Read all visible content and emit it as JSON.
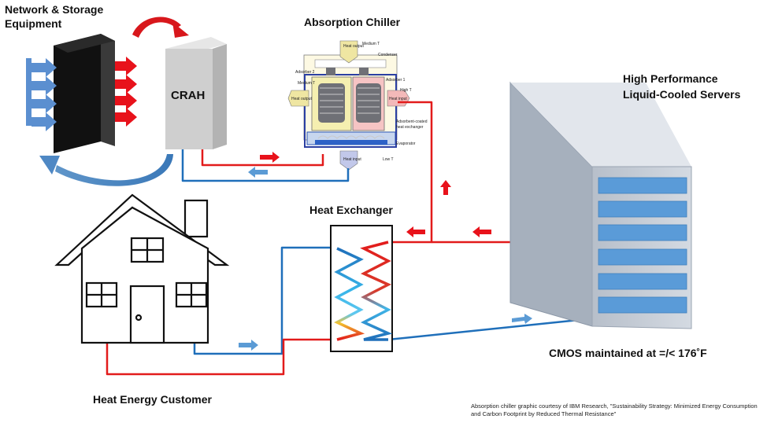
{
  "labels": {
    "network_storage_line1": "Network & Storage",
    "network_storage_line2": "Equipment",
    "crah": "CRAH",
    "absorption_chiller": "Absorption Chiller",
    "high_performance_line1": "High Performance",
    "high_performance_line2": "Liquid-Cooled Servers",
    "heat_exchanger": "Heat Exchanger",
    "cmos": "CMOS maintained at =/< 176˚F",
    "heat_energy_customer": "Heat Energy Customer"
  },
  "credit": "Absorption chiller graphic courtesy of IBM Research, \"Sustainability Strategy: Minimized Energy Consumption and Carbon Footprint by Reduced Thermal Resistance\"",
  "chiller_labels": {
    "heat_output_top": "Heat output",
    "heat_output_left": "Heat output",
    "heat_input_right": "Heat input",
    "heat_input_bottom": "Heat input",
    "medium_t_top": "Medium T",
    "medium_t_left": "Medium T",
    "condenser": "Condenser",
    "adsorber_1": "Adsorber 1",
    "adsorber_2": "Adsorber 2",
    "high_t": "High T",
    "adsorbent_coated_1": "Adsorbent-coated",
    "adsorbent_coated_2": "heat exchanger",
    "evaporator": "Evaporator",
    "low_t": "Low T"
  },
  "colors": {
    "hot_pipe": "#e21b1b",
    "cold_pipe": "#1f6fba",
    "flow_arrow_red": "#e8121b",
    "flow_arrow_blue": "#5b9bd5",
    "server_face": "#c5ccd6",
    "server_slots": "#5a9bd8",
    "crah_face": "#cfcfcf",
    "rack_black": "#111111"
  }
}
